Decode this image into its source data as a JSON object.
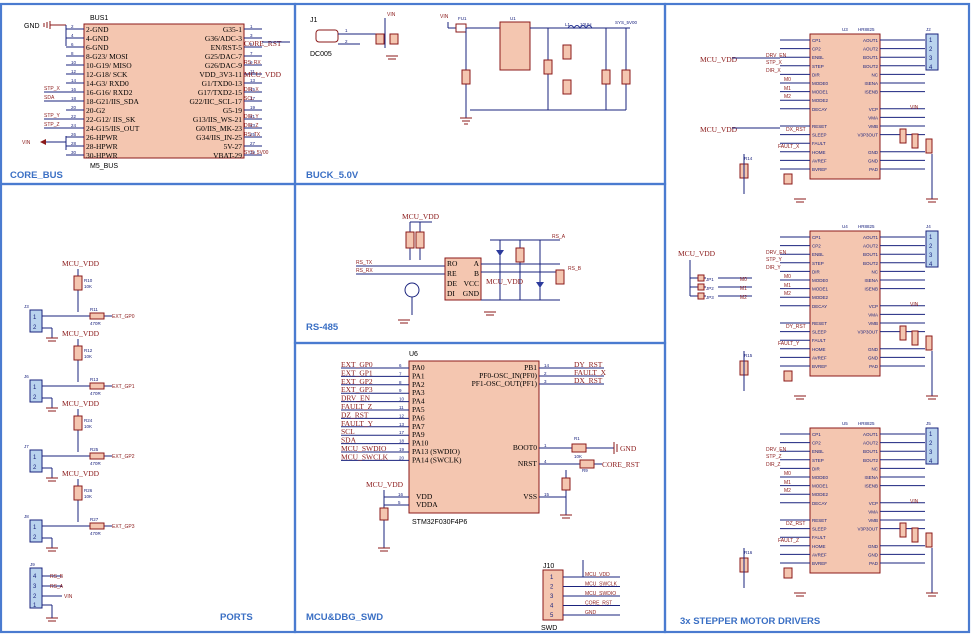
{
  "sections": {
    "core_bus": "CORE_BUS",
    "buck": "BUCK_5.0V",
    "ports": "PORTS",
    "rs485": "RS-485",
    "mcu": "MCU&DBG_SWD",
    "drivers": "3x  STEPPER MOTOR DRIVERS"
  },
  "bus1": {
    "ref": "BUS1",
    "name": "M5_BUS",
    "left_pins": [
      "2-GND",
      "4-GND",
      "6-GND",
      "8-G23/ MOSI",
      "10-G19/ MISO",
      "12-G18/ SCK",
      "14-G3/ RXD0",
      "16-G16/ RXD2",
      "18-G21/IIS_SDA",
      "20-G2",
      "22-G12/ IIS_SK",
      "24-G15/IIS_OUT",
      "26-HPWR",
      "28-HPWR",
      "30-HPWR"
    ],
    "right_pins": [
      "G35-1",
      "G36/ADC-3",
      "EN/RST-5",
      "G25/DAC-7",
      "G26/DAC-9",
      "VDD_3V3-11",
      "G1/TXD0-13",
      "G17/TXD2-15",
      "G22/IIC_SCL-17",
      "G5-19",
      "G13/IIS_WS-21",
      "G0/IIS_MK-23",
      "G34/IIS_IN-25",
      "5V-27",
      "VBAT-29"
    ],
    "left_nums": [
      "2",
      "4",
      "6",
      "8",
      "10",
      "12",
      "14",
      "16",
      "18",
      "20",
      "22",
      "24",
      "26",
      "28",
      "30"
    ],
    "right_nums": [
      "1",
      "3",
      "5",
      "7",
      "9",
      "11",
      "13",
      "15",
      "17",
      "19",
      "21",
      "23",
      "25",
      "27",
      "29"
    ],
    "nets": {
      "gnd": "GND",
      "core_rst": "CORE_RST",
      "mcu_vdd": "MCU_VDD",
      "vin": "VIN",
      "rs_rx": "RS_RX",
      "dir_x": "DIR_X",
      "scl": "SCL",
      "sda": "SDA",
      "stp_x": "STP_X",
      "dir_y": "DIR_Y",
      "stp_y": "STP_Y",
      "dir_z": "DIR_Z",
      "stp_z": "STP_Z",
      "rs_tx": "RS_TX",
      "sys_5v": "SYS_5V00"
    }
  },
  "buck": {
    "j1": "J1",
    "dc005": "DC005",
    "fu1": "FU1",
    "u1": "U1",
    "l1": "L1",
    "l1_val": "10UH",
    "sys": "SYS_5V00",
    "vin": "VIN"
  },
  "ports": {
    "mcu_vdd": "MCU_VDD",
    "items": [
      {
        "j": "J3",
        "pin": "EXT_GP0",
        "r1": "R10",
        "r2": "R11"
      },
      {
        "j": "J6",
        "pin": "EXT_GP1",
        "r1": "R12",
        "r2": "R13"
      },
      {
        "j": "J7",
        "pin": "EXT_GP2",
        "r1": "R24",
        "r2": "R25"
      },
      {
        "j": "J8",
        "pin": "EXT_GP3",
        "r1": "R26",
        "r2": "R27"
      }
    ],
    "r_val": "10K",
    "r_val2": "470R",
    "j9": "J9",
    "j9_pins": [
      "4",
      "3",
      "2",
      "1"
    ],
    "j9_nets": [
      "RS_B",
      "RS_A",
      "VIN",
      ""
    ]
  },
  "rs485": {
    "mcu_vdd": "MCU_VDD",
    "rs_tx": "RS_TX",
    "rs_rx": "RS_RX",
    "rs_a": "RS_A",
    "rs_b": "RS_B",
    "u2_pins_left": [
      "RO",
      "RE",
      "DE",
      "DI"
    ],
    "u2_pins_right": [
      "A",
      "B",
      "VCC",
      "GND"
    ]
  },
  "mcu": {
    "ref": "U6",
    "name": "STM32F030F4P6",
    "left_nets": [
      "EXT_GP0",
      "EXT_GP1",
      "EXT_GP2",
      "EXT_GP3",
      "DRV_EN",
      "FAULT_Z",
      "DZ_RST",
      "FAULT_Y",
      "SCL",
      "SDA",
      "MCU_SWDIO",
      "MCU_SWCLK"
    ],
    "left_pins": [
      "PA0",
      "PA1",
      "PA2",
      "PA3",
      "PA4",
      "PA5",
      "PA6",
      "PA7",
      "PA9",
      "PA10",
      "PA13 (SWDIO)",
      "PA14 (SWCLK)"
    ],
    "left_nums": [
      "6",
      "7",
      "8",
      "9",
      "10",
      "11",
      "12",
      "13",
      "17",
      "18",
      "19",
      "20"
    ],
    "right_pins": [
      "PB1",
      "PF0-OSC_IN(PF0)",
      "PF1-OSC_OUT(PF1)",
      "BOOT0",
      "NRST",
      "VSS"
    ],
    "right_nums": [
      "14",
      "2",
      "3",
      "1",
      "4",
      "15"
    ],
    "right_nets": [
      "DY_RST",
      "FAULT_X",
      "DX_RST",
      "GND",
      "CORE_RST",
      ""
    ],
    "vdd_pins": [
      "VDD",
      "VDDA"
    ],
    "vdd_nums": [
      "16",
      "5"
    ],
    "mcu_vdd": "MCU_VDD",
    "j10": "J10",
    "j10_nets": [
      "MCU_VDD",
      "MCU_SWCLK",
      "MCU_SWDIO",
      "CORE_RST",
      "GND"
    ],
    "j10_nums": [
      "1",
      "2",
      "3",
      "4",
      "5"
    ],
    "swd": "SWD",
    "r1": "R1",
    "r1v": "10K",
    "r9": "R9",
    "r9v": "10K"
  },
  "drivers": {
    "chip": "HR8825",
    "units": [
      {
        "u": "U3",
        "j": "J2",
        "stp": "STP_X",
        "dir": "DIR_X",
        "rst": "DX_RST",
        "fault": "FAULT_X",
        "r": "R14"
      },
      {
        "u": "U4",
        "j": "J4",
        "stp": "STP_Y",
        "dir": "DIR_Y",
        "rst": "DY_RST",
        "fault": "FAULT_Y",
        "r": "R15"
      },
      {
        "u": "U5",
        "j": "J5",
        "stp": "STP_Z",
        "dir": "DIR_Z",
        "rst": "DZ_RST",
        "fault": "FAULT_Z",
        "r": "R16"
      }
    ],
    "left_pins": [
      "CP1",
      "CP2",
      "ENBL",
      "STEP",
      "DIR",
      "MODE0",
      "MODE1",
      "MODE2",
      "DECAY",
      "",
      "RESET",
      "SLEEP",
      "FAULT",
      "HOME",
      "AVREF",
      "BVREF"
    ],
    "right_pins": [
      "AOUT1",
      "AOUT2",
      "BOUT1",
      "BOUT2",
      "NC",
      "ISENA",
      "ISENB",
      "",
      "VCP",
      "VMA",
      "VMB",
      "V3P3OUT",
      "",
      "GND",
      "GND",
      "PAD"
    ],
    "mcu_vdd": "MCU_VDD",
    "drv_en": "DRV_EN",
    "vin": "VIN",
    "jumpers": [
      "JP1",
      "JP2",
      "JP3"
    ],
    "m_nets": [
      "M0",
      "M1",
      "M2"
    ],
    "conn_pins": [
      "1",
      "2",
      "3",
      "4"
    ]
  }
}
